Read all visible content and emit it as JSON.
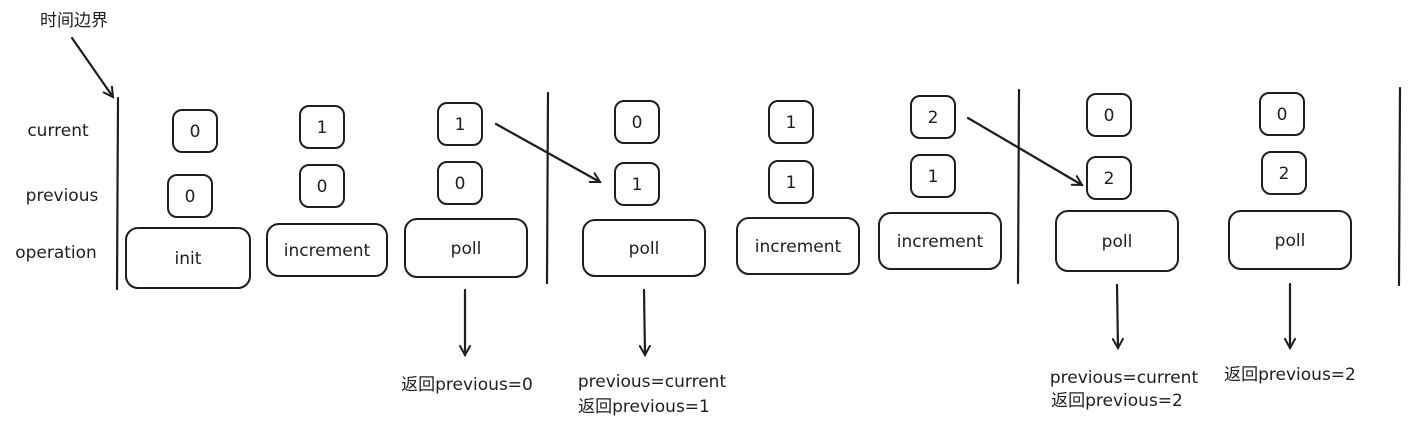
{
  "header_label": "时间边界",
  "row_labels": {
    "current": "current",
    "previous": "previous",
    "operation": "operation"
  },
  "steps": [
    {
      "current": "0",
      "previous": "0",
      "operation": "init"
    },
    {
      "current": "1",
      "previous": "0",
      "operation": "increment"
    },
    {
      "current": "1",
      "previous": "0",
      "operation": "poll",
      "result": [
        "返回previous=0"
      ]
    },
    {
      "current": "0",
      "previous": "1",
      "operation": "poll",
      "result": [
        "previous=current",
        "返回previous=1"
      ]
    },
    {
      "current": "1",
      "previous": "1",
      "operation": "increment"
    },
    {
      "current": "2",
      "previous": "1",
      "operation": "increment"
    },
    {
      "current": "0",
      "previous": "2",
      "operation": "poll",
      "result": [
        "previous=current",
        "返回previous=2"
      ]
    },
    {
      "current": "0",
      "previous": "2",
      "operation": "poll",
      "result": [
        "返回previous=2"
      ]
    }
  ]
}
